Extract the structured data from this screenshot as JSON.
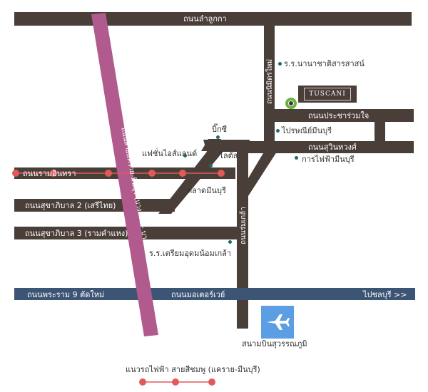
{
  "roads": {
    "top_road": "ถนนลำลูกกา",
    "right_vertical_road": "ถนนนิมิตรใหม่",
    "praya_road": "ถนนประชาร่วมใจ",
    "suwinthawong_road": "ถนนสุวินทวงศ์",
    "ramintra_road": "ถนนรามอินทรา",
    "sukhaphiban2_road": "ถนนสุขาภิบาล 2 (เสรีไทย)",
    "sukhaphiban3_road": "ถนนสุขาภิบาล 3 (รามคำแหง)",
    "rama9_road": "ถนนพระราม 9 ตัดใหม่",
    "motorway_road": "ถนนมอเตอร์เวย์",
    "chonburi_direction": "ไปชลบุรี >>",
    "central_vertical_road": "ถนนร่มเกล้า",
    "pink_line_road": "ถนนสายแคราย-มีนบุรี (บางกะปิ - บางนา)"
  },
  "places": {
    "school_nana": "ร.ร.นานาชาติสารสาสน์",
    "tuscani_brand": "TUSCANI",
    "post_office": "ไปรษณีย์มีนบุรี",
    "electric_authority": "การไฟฟ้ามีนบุรี",
    "big_c": "บิ๊กซี",
    "fashion_island": "แฟชั่นไอส์แลนด์",
    "lotus": "โลตัส",
    "minburi_market": "ตลาดมีนบุรี",
    "school_triam": "ร.ร.เตรียมอุดมน้อมเกล้า",
    "airport": "สนามบินสุวรรณภูมิ"
  },
  "legend": {
    "pink_line_label": "แนวรถไฟฟ้า สายสีชมพู (แคราย-มีนบุรี)"
  },
  "colors": {
    "road": "#4a3e39",
    "motorway": "#3d5574",
    "pink_line": "#b05a8d",
    "station": "#e05a5a",
    "poi_dot": "#1f6b66",
    "airport": "#5b9ee3"
  },
  "icons": {
    "airport": "airplane-icon",
    "location": "location-pin-icon"
  }
}
